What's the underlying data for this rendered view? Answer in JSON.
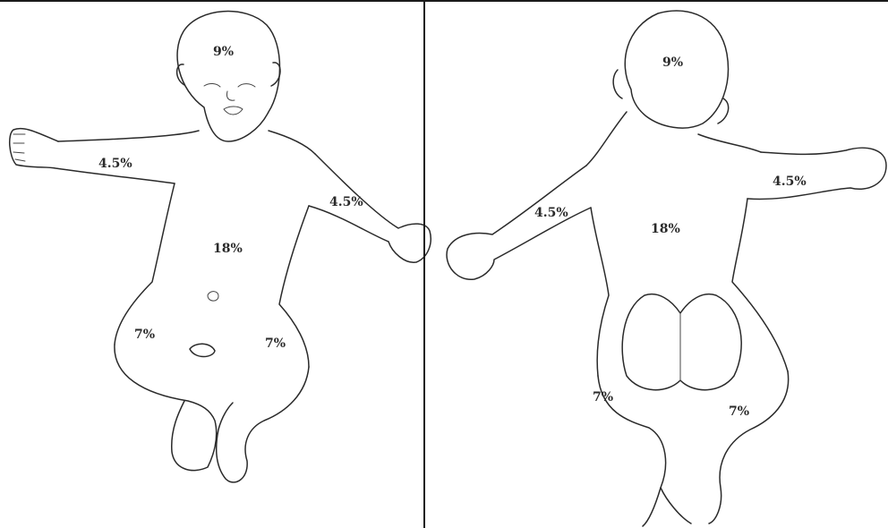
{
  "front": {
    "head": "9%",
    "left_arm": "4.5%",
    "right_arm": "4.5%",
    "trunk": "18%",
    "left_leg": "7%",
    "right_leg": "7%"
  },
  "back": {
    "head": "9%",
    "left_arm": "4.5%",
    "right_arm": "4.5%",
    "trunk": "18%",
    "left_leg": "7%",
    "right_leg": "7%"
  }
}
